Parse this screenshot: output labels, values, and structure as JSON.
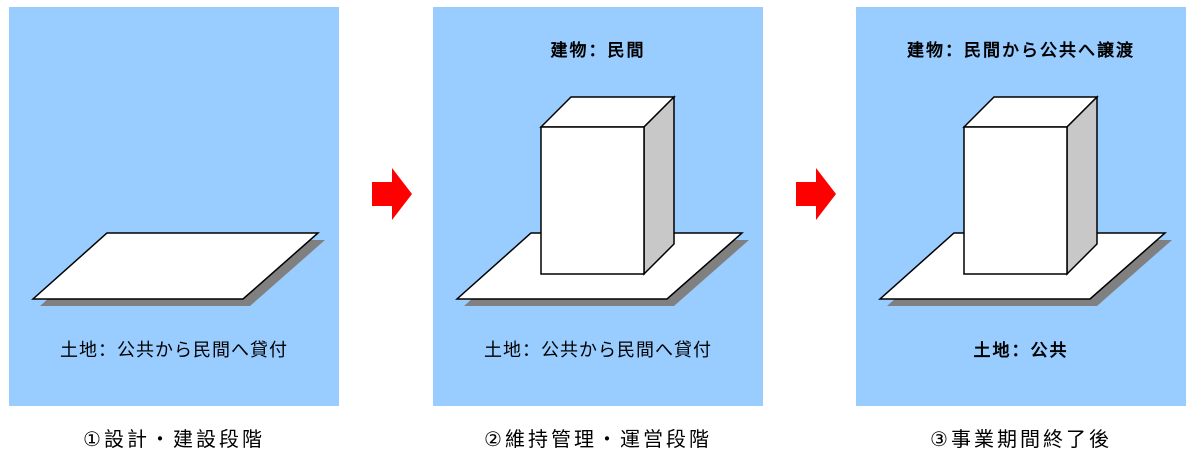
{
  "colors": {
    "panel_background": "#99ccff",
    "arrow": "#ff0000",
    "building_front": "#ffffff",
    "building_side": "#c8c8c8",
    "ground_shadow": "#808080"
  },
  "panels": [
    {
      "top_label": "",
      "bottom_label": "土地：公共から民間へ貸付",
      "caption": "①設計・建設段階",
      "has_building": false
    },
    {
      "top_label": "建物：民間",
      "bottom_label": "土地：公共から民間へ貸付",
      "caption": "②維持管理・運営段階",
      "has_building": true
    },
    {
      "top_label": "建物：民間から公共へ譲渡",
      "bottom_label": "土地：公共",
      "caption": "③事業期間終了後",
      "has_building": true
    }
  ],
  "arrows": [
    {
      "icon": "right-arrow-icon"
    },
    {
      "icon": "right-arrow-icon"
    }
  ]
}
